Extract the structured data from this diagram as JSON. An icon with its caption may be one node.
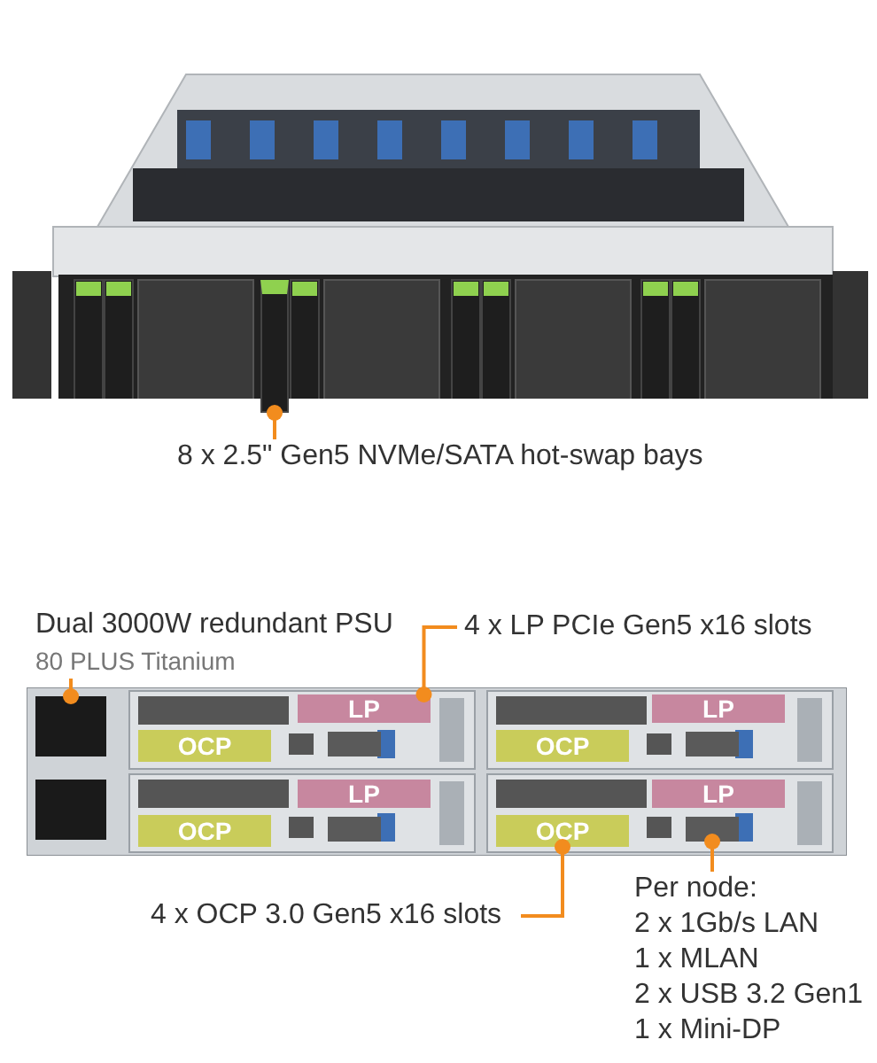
{
  "diagram": {
    "nodes": [
      {
        "text": [],
        "shape": "picture"
      },
      {
        "text": [],
        "shape": "box",
        "in": 0
      },
      {
        "text": [
          "8 x 2.5\" Gen5 NVMe/SATA hot-swap bays"
        ]
      },
      {
        "text": [],
        "shape": "picture"
      },
      {
        "text": [],
        "shape": "box",
        "in": 3
      },
      {
        "text": [
          "LP"
        ],
        "in": 3
      },
      {
        "text": [
          "LP"
        ],
        "in": 3
      },
      {
        "text": [
          "OCP"
        ],
        "in": 3
      },
      {
        "text": [
          "OCP"
        ],
        "in": 3
      },
      {
        "text": [
          "LP"
        ],
        "in": 3
      },
      {
        "text": [
          "LP"
        ],
        "in": 3
      },
      {
        "text": [
          "OCP"
        ],
        "in": 3
      },
      {
        "text": [
          "OCP"
        ],
        "in": 3
      },
      {
        "text": [],
        "shape": "box",
        "in": 3
      },
      {
        "text": [
          "Dual 3000W redundant PSU",
          "80 PLUS Titanium"
        ]
      },
      {
        "text": [
          "4 x LP PCIe Gen5 x16 slots"
        ]
      },
      {
        "text": [
          "4 x OCP 3.0 Gen5 x16 slots"
        ]
      },
      {
        "text": [
          "Per node:",
          "2 x 1Gb/s LAN",
          "1 x MLAN",
          "2 x USB 3.2 Gen1",
          "1 x Mini-DP"
        ]
      }
    ],
    "edges": [
      {
        "from": 2,
        "to": 1,
        "arrow": "other"
      },
      {
        "from": 14,
        "to": 4,
        "arrow": "other"
      },
      {
        "from": 15,
        "to": 5,
        "arrow": "other"
      },
      {
        "from": 16,
        "to": 12,
        "arrow": "other"
      },
      {
        "from": 17,
        "to": 13,
        "arrow": "other"
      }
    ]
  }
}
